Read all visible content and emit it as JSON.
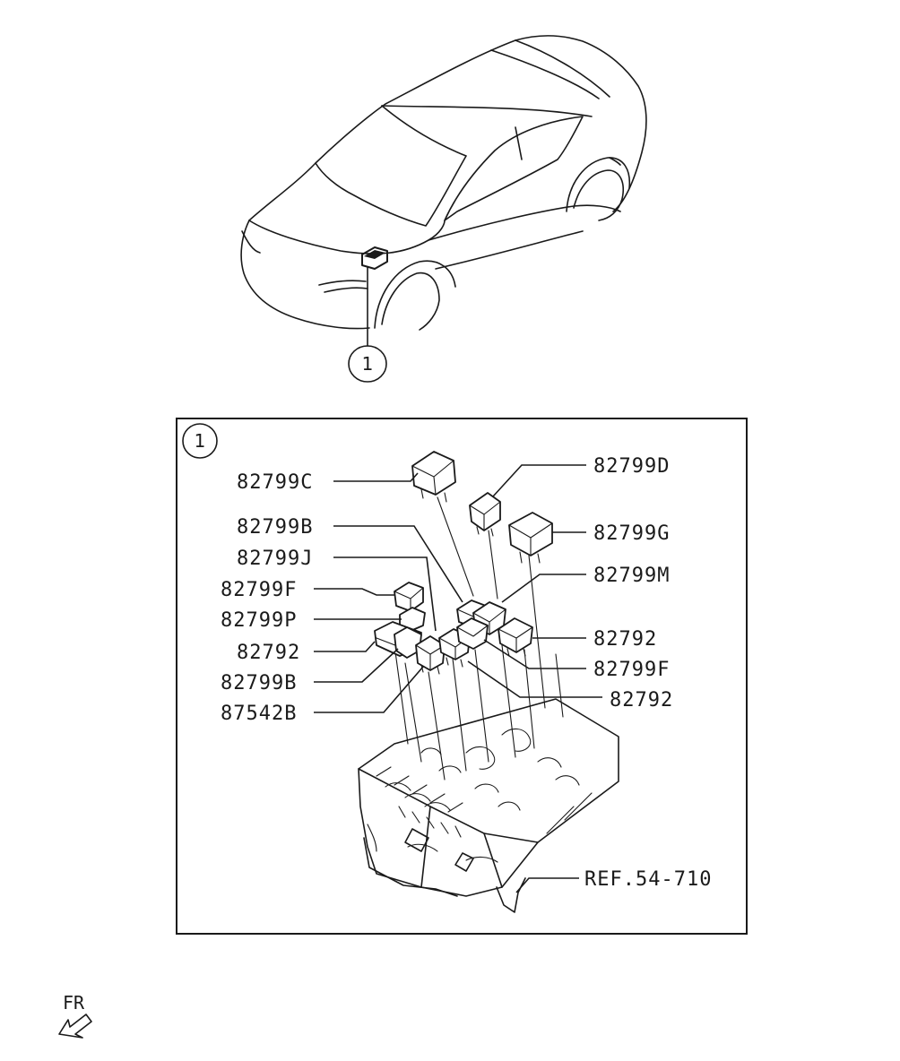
{
  "callouts": {
    "vehicle_ref": "1",
    "detail_ref": "1"
  },
  "labels_left": {
    "c": "82799C",
    "b_top": "82799B",
    "j": "82799J",
    "f_left": "82799F",
    "p": "82799P",
    "r792_left": "82792",
    "b_low": "82799B",
    "b87542": "87542B"
  },
  "labels_right": {
    "d": "82799D",
    "g": "82799G",
    "m": "82799M",
    "r792_right1": "82792",
    "f_right": "82799F",
    "r792_right2": "82792",
    "ref": "REF.54-710"
  },
  "direction": {
    "label": "FR"
  }
}
